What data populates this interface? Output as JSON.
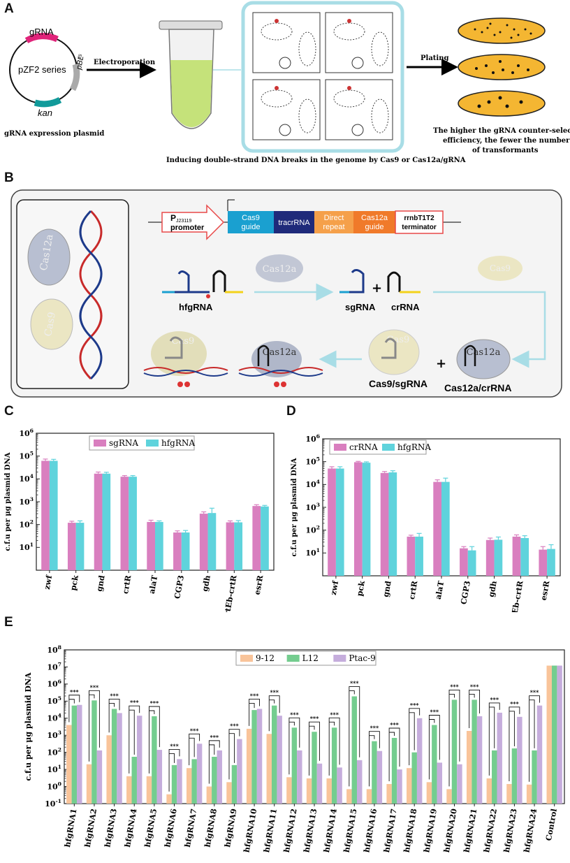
{
  "panels": {
    "a": "A",
    "b": "B",
    "c": "C",
    "d": "D",
    "e": "E"
  },
  "panel_a": {
    "plasmid_name": "pZF2 series",
    "grna_label": "gRNA",
    "kan_label": "kan",
    "pbl_label": "pBL",
    "pbl_sub": "ts",
    "plasmid_caption": "gRNA expression plasmid",
    "arrow1_label": "Electroporation",
    "arrow2_label": "Plating",
    "tube_caption": "Inducing double-strand DNA breaks in the genome by Cas9 or Cas12a/gRNA",
    "plate_caption_1": "The higher the gRNA counter-selection",
    "plate_caption_2": "efficiency, the fewer the number",
    "plate_caption_3": "of transformants"
  },
  "panel_b": {
    "cas12a": "Cas12a",
    "cas9": "Cas9",
    "promoter_main": "P",
    "promoter_sub": "J23119",
    "promoter_word": "promoter",
    "cas9_guide_1": "Cas9",
    "cas9_guide_2": "guide",
    "tracrrna": "tracrRNA",
    "direct_1": "Direct",
    "direct_2": "repeat",
    "cas12a_guide_1": "Cas12a",
    "cas12a_guide_2": "guide",
    "terminator_1": "rrnbT1T2",
    "terminator_2": "terminator",
    "hfgrna": "hfgRNA",
    "sgrna": "sgRNA",
    "crrna": "crRNA",
    "plus": "+",
    "cas9_sgrna": "Cas9/sgRNA",
    "cas12a_crrna": "Cas12a/crRNA",
    "colors": {
      "cas9_guide": "#1aa0d0",
      "tracr": "#1f2a7a",
      "direct": "#f5a04a",
      "cas12a_guide": "#f07a2a",
      "arrow": "#a8dde6"
    }
  },
  "chart_data": [
    {
      "id": "C",
      "type": "bar",
      "ylabel": "c.f.u per μg plasmid DNA",
      "yscale": "log",
      "ylim": [
        1,
        1000000
      ],
      "ytick_labels": [
        "10^1",
        "10^2",
        "10^3",
        "10^4",
        "10^5",
        "10^6"
      ],
      "categories": [
        "zwf",
        "pck",
        "gnd",
        "crtR",
        "alaT",
        "CGP3",
        "gdh",
        "crtEb-crtR",
        "esrR"
      ],
      "legend": "top-center",
      "series": [
        {
          "name": "sgRNA",
          "color": "#d97fbf",
          "values": [
            62000,
            120,
            17000,
            12500,
            130,
            45,
            300,
            125,
            650
          ],
          "errors": [
            12000,
            20,
            3000,
            1500,
            25,
            8,
            60,
            20,
            90
          ]
        },
        {
          "name": "hfgRNA",
          "color": "#5fd3dc",
          "values": [
            62000,
            120,
            17000,
            12500,
            130,
            45,
            320,
            125,
            620
          ],
          "errors": [
            10000,
            25,
            2500,
            1500,
            15,
            10,
            200,
            25,
            70
          ]
        }
      ]
    },
    {
      "id": "D",
      "type": "bar",
      "ylabel": "c.f.u per μg plasmid DNA",
      "yscale": "log",
      "ylim": [
        1,
        1000000
      ],
      "ytick_labels": [
        "10^1",
        "10^2",
        "10^3",
        "10^4",
        "10^5",
        "10^6"
      ],
      "categories": [
        "zwf",
        "pck",
        "gnd",
        "crtR",
        "alaT",
        "CGP3",
        "gdh",
        "crtEb-crtR",
        "esrR"
      ],
      "legend": "top-left",
      "series": [
        {
          "name": "crRNA",
          "color": "#d97fbf",
          "values": [
            50000,
            95000,
            32000,
            52,
            13000,
            16,
            37,
            52,
            14
          ],
          "errors": [
            10000,
            8000,
            5000,
            8,
            3000,
            3,
            8,
            10,
            5
          ]
        },
        {
          "name": "hfgRNA",
          "color": "#5fd3dc",
          "values": [
            50000,
            90000,
            34000,
            52,
            13000,
            13,
            38,
            45,
            15
          ],
          "errors": [
            10000,
            8000,
            6000,
            20,
            6000,
            6,
            12,
            12,
            8
          ]
        }
      ]
    },
    {
      "id": "E",
      "type": "bar",
      "ylabel": "c.f.u per μg plasmid DNA",
      "yscale": "log",
      "ylim": [
        0.1,
        100000000
      ],
      "ytick_labels": [
        "10^-1",
        "10^0",
        "10^1",
        "10^2",
        "10^3",
        "10^4",
        "10^5",
        "10^6",
        "10^7",
        "10^8"
      ],
      "categories": [
        "hfgRNA1",
        "hfgRNA2",
        "hfgRNA3",
        "hfgRNA4",
        "hfgRNA5",
        "hfgRNA6",
        "hfgRNA7",
        "hfgRNA8",
        "hfgRNA9",
        "hfgRNA10",
        "hfgRNA11",
        "hfgRNA12",
        "hfgRNA13",
        "hfgRNA14",
        "hfgRNA15",
        "hfgRNA16",
        "hfgRNA17",
        "hfgRNA18",
        "hfgRNA19",
        "hfgRNA20",
        "hfgRNA21",
        "hfgRNA22",
        "hfgRNA23",
        "hfgRNA24",
        "Control"
      ],
      "legend": "top-center",
      "significance": "***",
      "series": [
        {
          "name": "9-12",
          "color": "#f9c49a",
          "values": [
            4000,
            20,
            1000,
            4,
            4,
            0.35,
            12,
            1,
            1.8,
            2400,
            1200,
            3.5,
            3,
            3,
            0.7,
            0.7,
            1.4,
            12,
            1.8,
            0.7,
            1800,
            3,
            1.4,
            1.3,
            12000000
          ]
        },
        {
          "name": "L12",
          "color": "#74cd8f",
          "values": [
            55000,
            110000,
            35000,
            55,
            13000,
            18,
            40,
            55,
            18,
            30000,
            55000,
            2800,
            1600,
            2800,
            190000,
            450,
            700,
            100,
            4000,
            120000,
            120000,
            130,
            170,
            130,
            12000000
          ]
        },
        {
          "name": "Ptac-9",
          "color": "#c5addc",
          "values": [
            60000,
            130,
            20000,
            14000,
            140,
            40,
            320,
            130,
            600,
            35000,
            14000,
            130,
            22,
            13,
            35,
            120,
            10,
            10000,
            25,
            20,
            13000,
            21000,
            12000,
            55000,
            12000000
          ]
        }
      ]
    }
  ]
}
